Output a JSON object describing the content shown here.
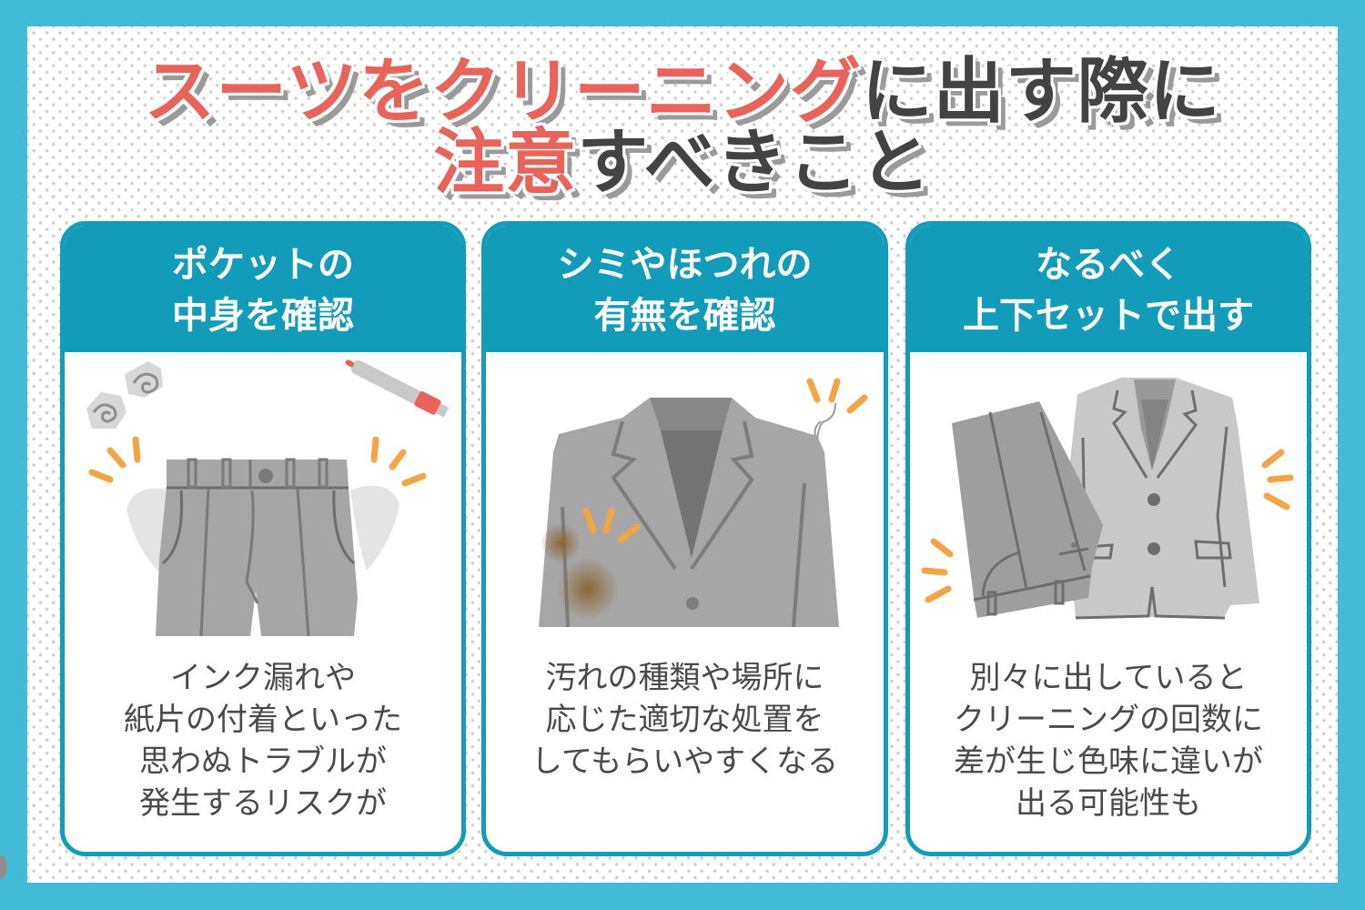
{
  "title": {
    "line1": [
      {
        "text": "スーツを",
        "color": "red"
      },
      {
        "text": "クリーニング",
        "color": "red"
      },
      {
        "text": "に出す際に",
        "color": "dark"
      }
    ],
    "line2": [
      {
        "text": "注意",
        "color": "red"
      },
      {
        "text": "すべきこと",
        "color": "dark"
      }
    ]
  },
  "colors": {
    "frame": "#41bbd6",
    "card_accent": "#129cba",
    "title_red": "#e8645a",
    "title_dark": "#434343",
    "highlight_orange": "#f3a445"
  },
  "cards": [
    {
      "heading": [
        "ポケットの",
        "中身を確認"
      ],
      "illustration": "trousers-with-empty-pockets-icon",
      "body": [
        "インク漏れや",
        "紙片の付着といった",
        "思わぬトラブルが",
        "発生するリスクが"
      ]
    },
    {
      "heading": [
        "シミやほつれの",
        "有無を確認"
      ],
      "illustration": "stained-jacket-icon",
      "body": [
        "汚れの種類や場所に",
        "応じた適切な処置を",
        "してもらいやすくなる"
      ]
    },
    {
      "heading": [
        "なるべく",
        "上下セットで出す"
      ],
      "illustration": "suit-set-icon",
      "body": [
        "別々に出していると",
        "クリーニングの回数に",
        "差が生じ色味に違いが",
        "出る可能性も"
      ]
    }
  ]
}
